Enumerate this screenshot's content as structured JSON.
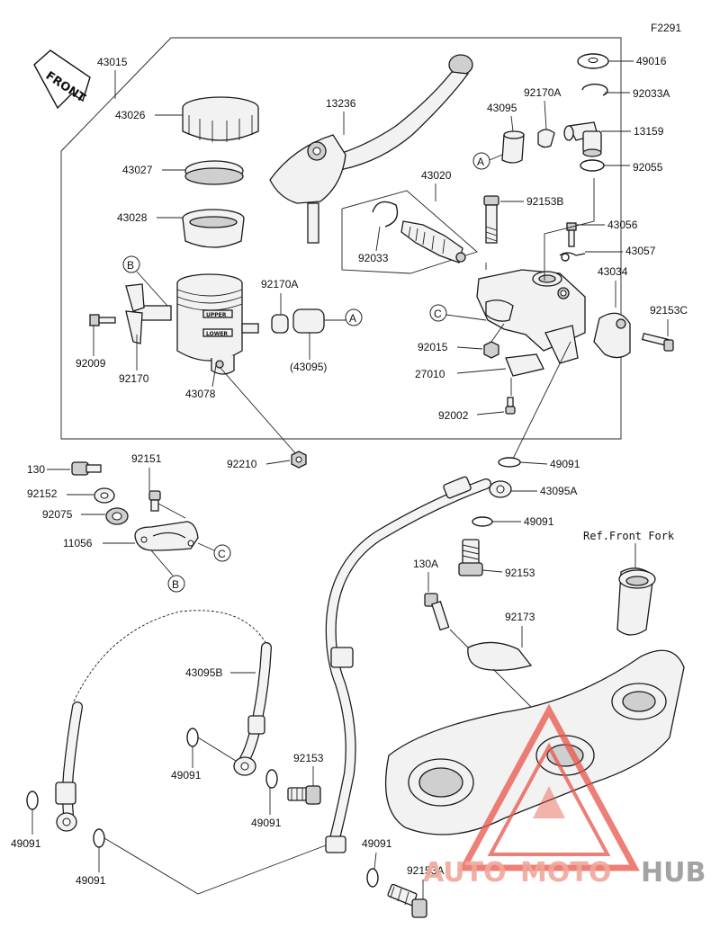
{
  "figure_code": "F2291",
  "front_label": "FRONT",
  "ref_label": "Ref.Front Fork",
  "watermark": {
    "part1": "AUTO",
    "part2": "MOTO",
    "part3": "HUB",
    "accent": "#e8554a",
    "gray": "#8a8a8a"
  },
  "callouts": {
    "A": "A",
    "B": "B",
    "C": "C"
  },
  "parts": {
    "p43015": "43015",
    "p43026": "43026",
    "p43027": "43027",
    "p43028": "43028",
    "p13236": "13236",
    "p43095": "43095",
    "p92170A_top": "92170A",
    "p49016": "49016",
    "p92033A": "92033A",
    "p13159": "13159",
    "p92055": "92055",
    "p43020": "43020",
    "p92153B": "92153B",
    "p43056": "43056",
    "p43057": "43057",
    "p92033": "92033",
    "p43034": "43034",
    "p92153C": "92153C",
    "p92170A_mid": "92170A",
    "p43095_paren": "(43095)",
    "p92009": "92009",
    "p92170": "92170",
    "p43078": "43078",
    "p92015": "92015",
    "p27010": "27010",
    "p92002": "92002",
    "p92210": "92210",
    "p49091_a": "49091",
    "p43095A": "43095A",
    "p49091_b": "49091",
    "p130": "130",
    "p92151": "92151",
    "p92152": "92152",
    "p92075": "92075",
    "p11056": "11056",
    "p130A": "130A",
    "p92153_a": "92153",
    "p92173": "92173",
    "p43095B": "43095B",
    "p49091_c": "49091",
    "p92153_b": "92153",
    "p49091_d": "49091",
    "p49091_e": "49091",
    "p49091_f": "49091",
    "p49091_g": "49091",
    "p92153A": "92153A"
  },
  "reservoir_marks": {
    "upper": "UPPER",
    "lower": "LOWER"
  }
}
